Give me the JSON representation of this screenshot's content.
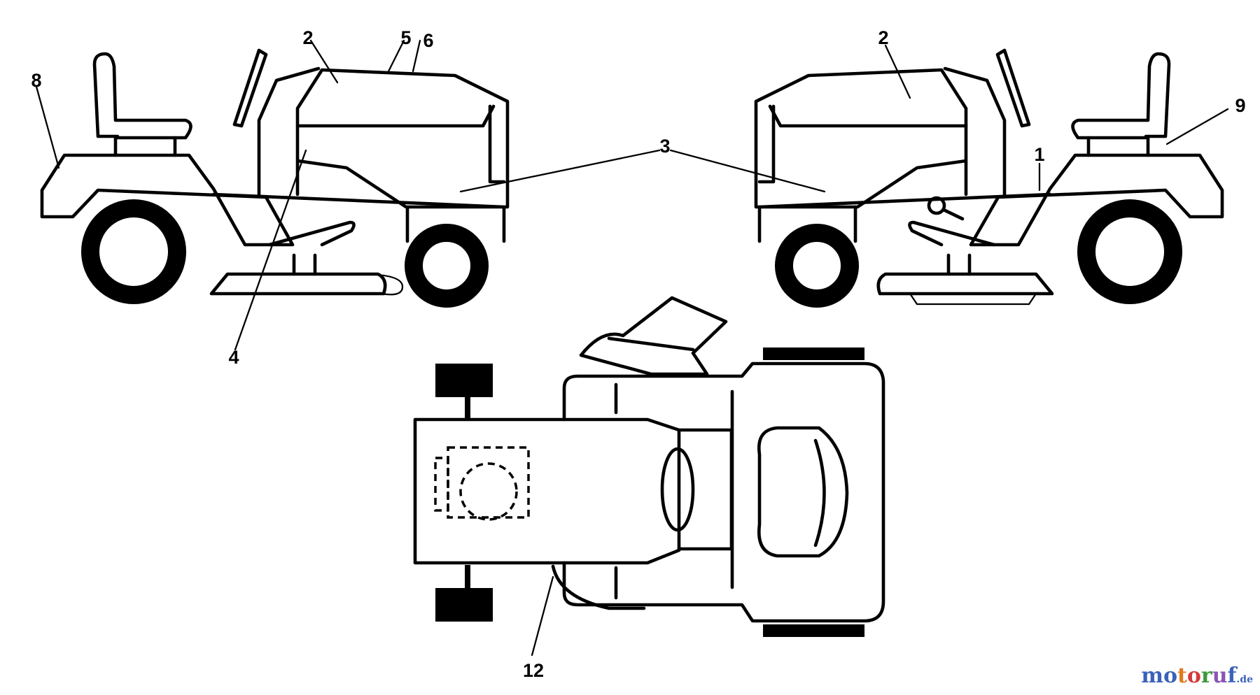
{
  "callouts": {
    "c1": "1",
    "c2_left": "2",
    "c2_right": "2",
    "c3": "3",
    "c4": "4",
    "c5": "5",
    "c6": "6",
    "c8": "8",
    "c9": "9",
    "c12": "12"
  },
  "watermark": {
    "text": "motoruf",
    "tld": ".de",
    "letter_colors": [
      "#3a62b8",
      "#3a62b8",
      "#e07a1f",
      "#d63a3a",
      "#3b9a3b",
      "#8a55b5",
      "#3a62b8"
    ]
  }
}
